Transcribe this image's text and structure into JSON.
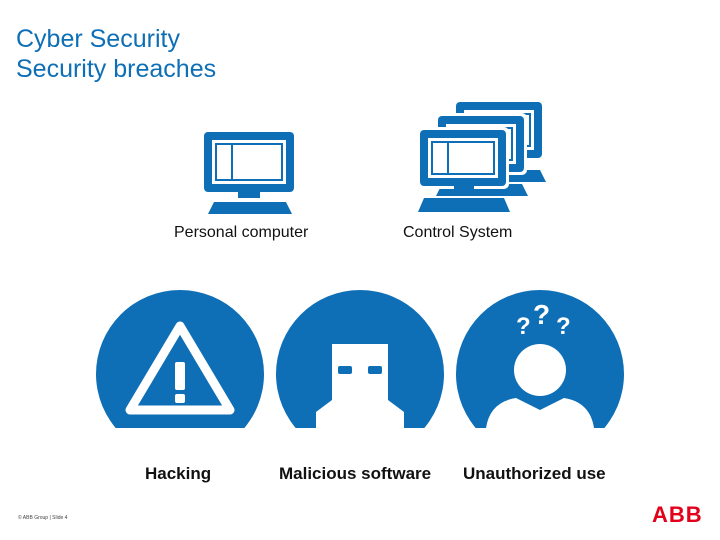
{
  "header": {
    "title_line1": "Cyber Security",
    "title_line2": "Security breaches"
  },
  "devices": [
    {
      "label": "Personal computer",
      "icon": "computer-icon"
    },
    {
      "label": "Control System",
      "icon": "stacked-computers-icon"
    }
  ],
  "threats": [
    {
      "label": "Hacking",
      "icon": "warning-icon"
    },
    {
      "label": "Malicious software",
      "icon": "usb-stick-icon"
    },
    {
      "label": "Unauthorized use",
      "icon": "unknown-user-icon"
    }
  ],
  "footer": {
    "copyright": "© ABB Group | Slide 4",
    "logo": "ABB"
  },
  "colors": {
    "accent": "#0e6fb6",
    "logo": "#e2001a"
  }
}
